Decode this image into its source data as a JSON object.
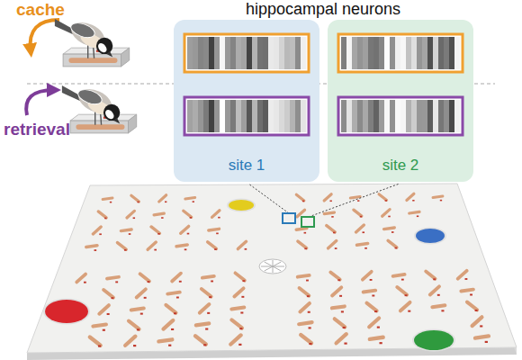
{
  "diagram": {
    "title": "hippocampal neurons",
    "nodes": [
      {
        "text": [
          "site 1"
        ]
      },
      {
        "text": [
          "site 2"
        ]
      }
    ],
    "labels": [
      "cache",
      "retrieval"
    ]
  }
}
